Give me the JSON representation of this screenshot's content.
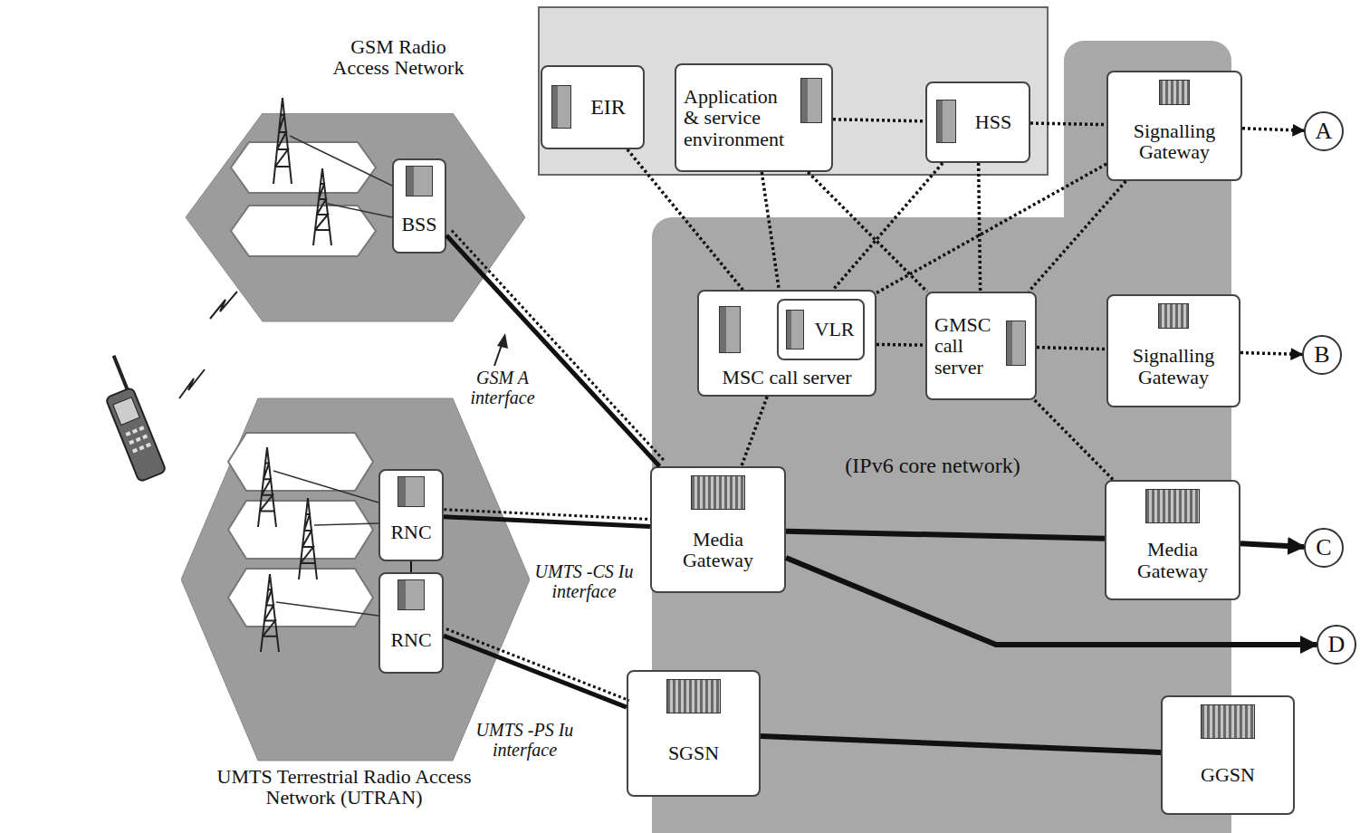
{
  "diagram": {
    "nodes": [
      {
        "text": [
          "GSM Radio Access Network"
        ]
      },
      {
        "text": [
          "BSS"
        ],
        "in": 0
      },
      {
        "text": [
          "UMTS Terrestrial Radio Access Network (UTRAN)"
        ]
      },
      {
        "text": [
          "RNC"
        ],
        "in": 2
      },
      {
        "text": [
          "RNC"
        ],
        "in": 2
      },
      {
        "text": [
          "EIR"
        ]
      },
      {
        "text": [
          "Application & service environment"
        ]
      },
      {
        "text": [
          "HSS"
        ]
      },
      {
        "text": [
          "Signalling Gateway"
        ]
      },
      {
        "text": [
          "A"
        ]
      },
      {
        "text": [
          "(IPv6 core network)"
        ]
      },
      {
        "text": [
          "MSC call server"
        ],
        "in": 10
      },
      {
        "text": [
          "VLR"
        ],
        "in": 11
      },
      {
        "text": [
          "GMSC call server"
        ],
        "in": 10
      },
      {
        "text": [
          "Signalling Gateway"
        ],
        "in": 10
      },
      {
        "text": [
          "B"
        ]
      },
      {
        "text": [
          "Media Gateway"
        ],
        "in": 10
      },
      {
        "text": [
          "Media Gateway"
        ],
        "in": 10
      },
      {
        "text": [
          "C"
        ]
      },
      {
        "text": [
          "D"
        ]
      },
      {
        "text": [
          "SGSN"
        ],
        "in": 10
      },
      {
        "text": [
          "GGSN"
        ]
      }
    ],
    "edges": [
      {
        "from": 5,
        "to": 11,
        "arrow": "none"
      },
      {
        "from": 6,
        "to": 7,
        "arrow": "none"
      },
      {
        "from": 6,
        "to": 11,
        "arrow": "none"
      },
      {
        "from": 6,
        "to": 13,
        "arrow": "none"
      },
      {
        "from": 7,
        "to": 8,
        "arrow": "none"
      },
      {
        "from": 7,
        "to": 11,
        "arrow": "none"
      },
      {
        "from": 7,
        "to": 13,
        "arrow": "none"
      },
      {
        "from": 8,
        "to": 9,
        "arrow": "to"
      },
      {
        "from": 8,
        "to": 11,
        "arrow": "none"
      },
      {
        "from": 8,
        "to": 13,
        "arrow": "none"
      },
      {
        "from": 11,
        "to": 13,
        "arrow": "none"
      },
      {
        "from": 13,
        "to": 14,
        "arrow": "none"
      },
      {
        "from": 14,
        "to": 15,
        "arrow": "to"
      },
      {
        "from": 13,
        "to": 17,
        "arrow": "none"
      },
      {
        "from": 11,
        "to": 16,
        "arrow": "none"
      },
      {
        "from": 1,
        "to": 16,
        "arrow": "none",
        "label": "GSM A interface"
      },
      {
        "from": 3,
        "to": 16,
        "arrow": "none",
        "label": "UMTS -CS Iu interface"
      },
      {
        "from": 4,
        "to": 20,
        "arrow": "none",
        "label": "UMTS -PS Iu interface"
      },
      {
        "from": 3,
        "to": 4,
        "arrow": "none"
      },
      {
        "from": 16,
        "to": 17,
        "arrow": "none"
      },
      {
        "from": 17,
        "to": 18,
        "arrow": "to"
      },
      {
        "from": 16,
        "to": 19,
        "arrow": "to"
      },
      {
        "from": 20,
        "to": 21,
        "arrow": "none"
      }
    ]
  }
}
